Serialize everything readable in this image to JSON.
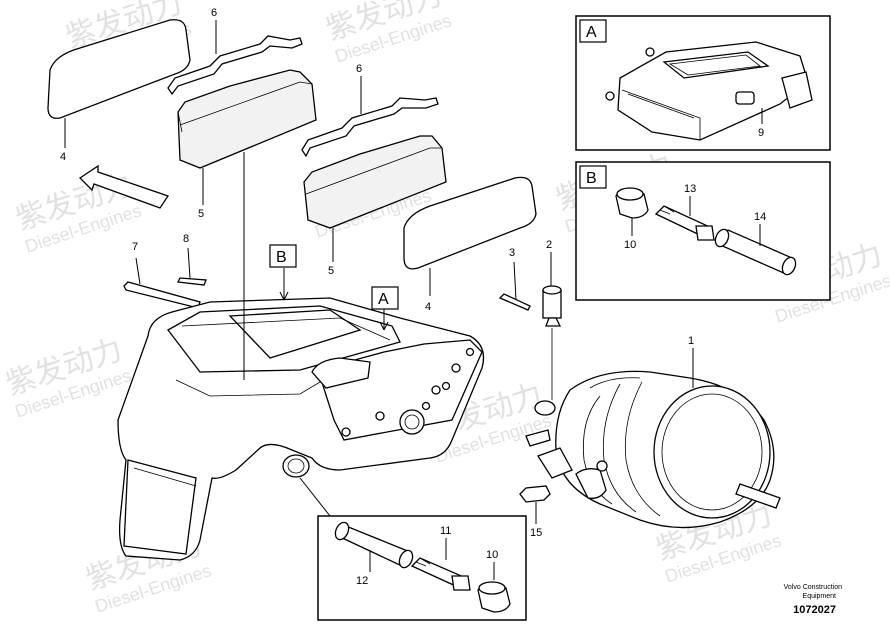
{
  "callouts": {
    "c1": "1",
    "c2": "2",
    "c3": "3",
    "c4a": "4",
    "c4b": "4",
    "c5a": "5",
    "c5b": "5",
    "c6a": "6",
    "c6b": "6",
    "c7": "7",
    "c8": "8",
    "c9": "9",
    "c10a": "10",
    "c10b": "10",
    "c11": "11",
    "c12": "12",
    "c13": "13",
    "c14": "14",
    "c15": "15"
  },
  "detail_boxes": {
    "a": "A",
    "b": "B"
  },
  "view_markers": {
    "a": "A",
    "b": "B"
  },
  "footer": {
    "brand": "Volvo Construction",
    "category": "Equipment",
    "drawing_number": "1072027"
  },
  "watermark": {
    "cn": "紫发动力",
    "en": "Diesel-Engines"
  }
}
